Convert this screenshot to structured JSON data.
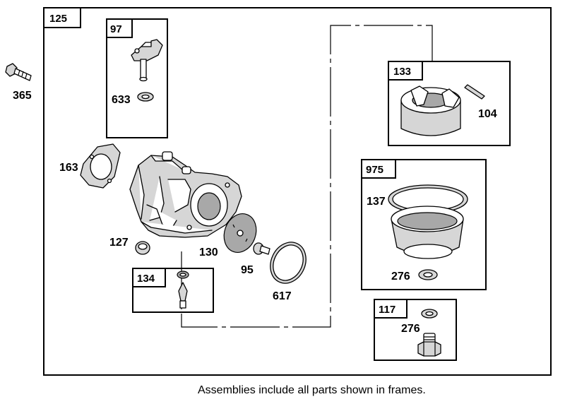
{
  "frames": {
    "main": "125",
    "f97": "97",
    "f133": "133",
    "f975": "975",
    "f134": "134",
    "f117": "117"
  },
  "parts": {
    "p365": "365",
    "p633": "633",
    "p104": "104",
    "p163": "163",
    "p137": "137",
    "p127": "127",
    "p130": "130",
    "p95": "95",
    "p617": "617",
    "p276a": "276",
    "p276b": "276"
  },
  "footnote": "Assemblies include all parts shown in frames."
}
